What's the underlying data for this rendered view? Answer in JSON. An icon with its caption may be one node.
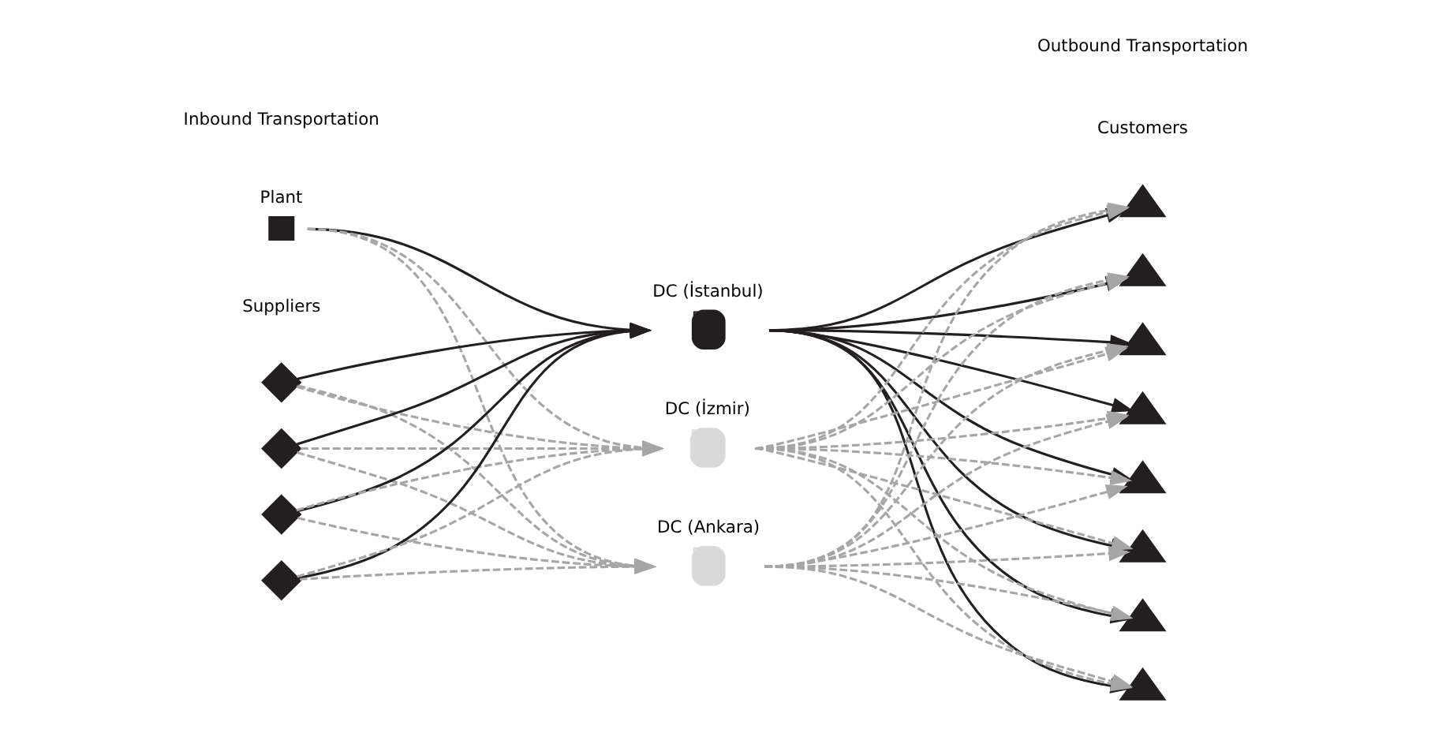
{
  "diagram": {
    "nodes": [
      {
        "text": [
          "Plant"
        ]
      },
      {
        "text": [],
        "shape": "diamond"
      },
      {
        "text": [],
        "shape": "diamond"
      },
      {
        "text": [],
        "shape": "diamond"
      },
      {
        "text": [],
        "shape": "diamond"
      },
      {
        "text": [
          "DC (İstanbul)"
        ]
      },
      {
        "text": [
          "DC (İzmir)"
        ]
      },
      {
        "text": [
          "DC (Ankara)"
        ]
      },
      {
        "text": [],
        "shape": "triangle"
      },
      {
        "text": [],
        "shape": "triangle"
      },
      {
        "text": [],
        "shape": "triangle"
      },
      {
        "text": [],
        "shape": "triangle"
      },
      {
        "text": [],
        "shape": "triangle"
      },
      {
        "text": [],
        "shape": "triangle"
      },
      {
        "text": [],
        "shape": "triangle"
      },
      {
        "text": [],
        "shape": "triangle"
      }
    ],
    "edges": [
      {
        "from": 0,
        "to": 5,
        "arrow": "to",
        "color": "#231f20"
      },
      {
        "from": 0,
        "to": 6,
        "arrow": "to",
        "style": "dashed"
      },
      {
        "from": 0,
        "to": 7,
        "arrow": "to",
        "style": "dashed"
      },
      {
        "from": 1,
        "to": 5,
        "arrow": "to",
        "color": "#231f20"
      },
      {
        "from": 1,
        "to": 6,
        "arrow": "to",
        "style": "dashed"
      },
      {
        "from": 1,
        "to": 7,
        "arrow": "to",
        "style": "dashed"
      },
      {
        "from": 2,
        "to": 5,
        "arrow": "to",
        "color": "#231f20"
      },
      {
        "from": 2,
        "to": 6,
        "arrow": "to",
        "style": "dashed"
      },
      {
        "from": 2,
        "to": 7,
        "arrow": "to",
        "style": "dashed"
      },
      {
        "from": 3,
        "to": 5,
        "arrow": "to",
        "color": "#231f20"
      },
      {
        "from": 3,
        "to": 6,
        "arrow": "to",
        "style": "dashed"
      },
      {
        "from": 3,
        "to": 7,
        "arrow": "to",
        "style": "dashed"
      },
      {
        "from": 4,
        "to": 5,
        "arrow": "to",
        "color": "#231f20"
      },
      {
        "from": 4,
        "to": 6,
        "arrow": "to",
        "style": "dashed"
      },
      {
        "from": 4,
        "to": 7,
        "arrow": "to",
        "style": "dashed"
      },
      {
        "from": 5,
        "to": 8,
        "arrow": "to",
        "color": "#231f20"
      },
      {
        "from": 5,
        "to": 9,
        "arrow": "to",
        "color": "#231f20"
      },
      {
        "from": 5,
        "to": 10,
        "arrow": "to",
        "color": "#231f20"
      },
      {
        "from": 5,
        "to": 11,
        "arrow": "to",
        "color": "#231f20"
      },
      {
        "from": 5,
        "to": 12,
        "arrow": "to",
        "color": "#231f20"
      },
      {
        "from": 5,
        "to": 13,
        "arrow": "to",
        "color": "#231f20"
      },
      {
        "from": 5,
        "to": 14,
        "arrow": "to",
        "color": "#231f20"
      },
      {
        "from": 5,
        "to": 15,
        "arrow": "to",
        "color": "#231f20"
      },
      {
        "from": 6,
        "to": 8,
        "arrow": "to",
        "style": "dashed"
      },
      {
        "from": 6,
        "to": 9,
        "arrow": "to",
        "style": "dashed"
      },
      {
        "from": 6,
        "to": 10,
        "arrow": "to",
        "style": "dashed"
      },
      {
        "from": 6,
        "to": 11,
        "arrow": "to",
        "style": "dashed"
      },
      {
        "from": 6,
        "to": 12,
        "arrow": "to",
        "style": "dashed"
      },
      {
        "from": 6,
        "to": 13,
        "arrow": "to",
        "style": "dashed"
      },
      {
        "from": 6,
        "to": 14,
        "arrow": "to",
        "style": "dashed"
      },
      {
        "from": 6,
        "to": 15,
        "arrow": "to",
        "style": "dashed"
      },
      {
        "from": 7,
        "to": 8,
        "arrow": "to",
        "style": "dashed"
      },
      {
        "from": 7,
        "to": 9,
        "arrow": "to",
        "style": "dashed"
      },
      {
        "from": 7,
        "to": 10,
        "arrow": "to",
        "style": "dashed"
      },
      {
        "from": 7,
        "to": 11,
        "arrow": "to",
        "style": "dashed"
      },
      {
        "from": 7,
        "to": 12,
        "arrow": "to",
        "style": "dashed"
      },
      {
        "from": 7,
        "to": 13,
        "arrow": "to",
        "style": "dashed"
      },
      {
        "from": 7,
        "to": 14,
        "arrow": "to",
        "style": "dashed"
      },
      {
        "from": 7,
        "to": 15,
        "arrow": "to",
        "style": "dashed"
      }
    ],
    "labels": [
      "Inbound Transportation",
      "Suppliers",
      "Customers",
      "Outbound Transportation"
    ]
  }
}
